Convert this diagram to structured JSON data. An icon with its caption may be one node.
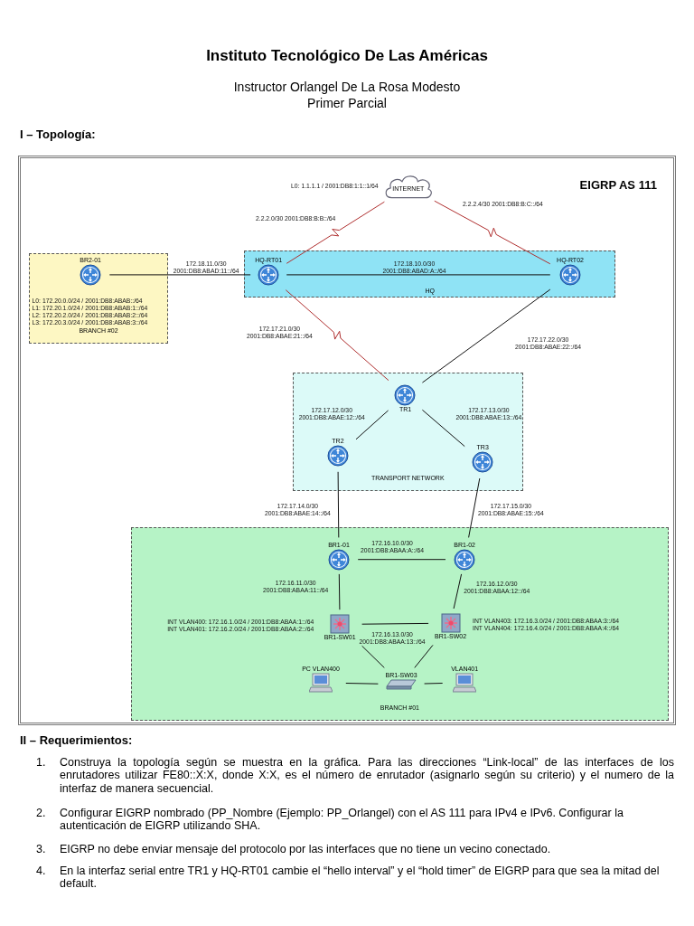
{
  "diagram": {
    "title": "Instituto Tecnológico De Las Américas",
    "nodes": [
      {
        "text": [
          "EIGRP AS 111"
        ]
      },
      {
        "text": [
          "INTERNET"
        ],
        "in": 0,
        "beside": [
          "L0: 1.1.1.1 / 2001:DB8:1:1::1/64"
        ]
      },
      {
        "text": [
          "BRANCH #02"
        ],
        "in": 0
      },
      {
        "text": [
          "BR2-01"
        ],
        "in": 2,
        "beside": [
          "L0: 172.20.0.0/24 / 2001:DB8:ABAB::/64",
          "L1: 172.20.1.0/24 / 2001:DB8:ABAB:1::/64",
          "L2: 172.20.2.0/24 / 2001:DB8:ABAB:2::/64",
          "L3: 172.20.3.0/24 / 2001:DB8:ABAB:3::/64"
        ]
      },
      {
        "text": [
          "HQ"
        ],
        "in": 0
      },
      {
        "text": [
          "HQ-RT01"
        ],
        "in": 4
      },
      {
        "text": [
          "HQ-RT02"
        ],
        "in": 4
      },
      {
        "text": [
          "TRANSPORT NETWORK"
        ],
        "in": 0
      },
      {
        "text": [
          "TR1"
        ],
        "in": 7
      },
      {
        "text": [
          "TR2"
        ],
        "in": 7
      },
      {
        "text": [
          "TR3"
        ],
        "in": 7
      },
      {
        "text": [
          "BRANCH #01"
        ],
        "in": 0
      },
      {
        "text": [
          "BR1-01"
        ],
        "in": 11
      },
      {
        "text": [
          "BR1-02"
        ],
        "in": 11
      },
      {
        "text": [
          "BR1-SW01"
        ],
        "in": 11,
        "beside": [
          "INT VLAN400: 172.16.1.0/24 / 2001:DB8:ABAA:1::/64",
          "INT VLAN401: 172.16.2.0/24 / 2001:DB8:ABAA:2::/64"
        ]
      },
      {
        "text": [
          "BR1-SW02"
        ],
        "in": 11,
        "beside": [
          "INT VLAN403: 172.16.3.0/24 / 2001:DB8:ABAA:3::/64",
          "INT VLAN404: 172.16.4.0/24 / 2001:DB8:ABAA:4::/64"
        ]
      },
      {
        "text": [
          "BR1-SW03"
        ],
        "in": 11
      },
      {
        "text": [
          "PC VLAN400"
        ],
        "in": 11
      },
      {
        "text": [
          "VLAN401"
        ],
        "in": 11
      }
    ],
    "edges": [
      {
        "from": 5,
        "to": 1,
        "arrow": "none",
        "label": "2.2.2.0/30 2001:DB8:B:B::/64",
        "color": "#b03030"
      },
      {
        "from": 6,
        "to": 1,
        "arrow": "none",
        "label": "2.2.2.4/30 2001:DB8:B:C::/64",
        "color": "#b03030"
      },
      {
        "from": 3,
        "to": 5,
        "arrow": "none",
        "label": "172.18.11.0/30 2001:DB8:ABAD:11::/64"
      },
      {
        "from": 5,
        "to": 6,
        "arrow": "none",
        "label": "172.18.10.0/30 2001:DB8:ABAD:A::/64"
      },
      {
        "from": 5,
        "to": 8,
        "arrow": "none",
        "label": "172.17.21.0/30 2001:DB8:ABAE:21::/64",
        "color": "#b03030"
      },
      {
        "from": 6,
        "to": 8,
        "arrow": "none",
        "label": "172.17.22.0/30 2001:DB8:ABAE:22::/64"
      },
      {
        "from": 8,
        "to": 9,
        "arrow": "none",
        "label": "172.17.12.0/30 2001:DB8:ABAE:12::/64"
      },
      {
        "from": 8,
        "to": 10,
        "arrow": "none",
        "label": "172.17.13.0/30 2001:DB8:ABAE:13::/64"
      },
      {
        "from": 9,
        "to": 12,
        "arrow": "none",
        "label": "172.17.14.0/30 2001:DB8:ABAE:14::/64"
      },
      {
        "from": 10,
        "to": 13,
        "arrow": "none",
        "label": "172.17.15.0/30 2001:DB8:ABAE:15::/64"
      },
      {
        "from": 12,
        "to": 13,
        "arrow": "none",
        "label": "172.16.10.0/30 2001:DB8:ABAA:A::/64"
      },
      {
        "from": 12,
        "to": 14,
        "arrow": "none",
        "label": "172.16.11.0/30 2001:DB8:ABAA:11::/64"
      },
      {
        "from": 13,
        "to": 15,
        "arrow": "none",
        "label": "172.16.12.0/30 2001:DB8:ABAA:12::/64"
      },
      {
        "from": 14,
        "to": 15,
        "arrow": "none",
        "label": "172.16.13.0/30 2001:DB8:ABAA:13::/64"
      },
      {
        "from": 14,
        "to": 16,
        "arrow": "none"
      },
      {
        "from": 15,
        "to": 16,
        "arrow": "none"
      },
      {
        "from": 17,
        "to": 16,
        "arrow": "none"
      },
      {
        "from": 16,
        "to": 18,
        "arrow": "none"
      }
    ],
    "labels": [
      "Instructor Orlangel De La Rosa Modesto",
      "Primer Parcial",
      "I – Topología:",
      "II – Requerimientos:",
      "1.",
      "Construya la topología según se muestra en la gráfica. Para las direcciones “Link-local” de las interfaces de los enrutadores utilizar FE80::X:X, donde X:X, es el número de enrutador (asignarlo según su criterio) y el numero de la interfaz de manera secuencial.",
      "2.",
      "Configurar EIGRP nombrado (PP_Nombre (Ejemplo: PP_Orlangel)  con el AS 111 para IPv4 e IPv6. Configurar la autenticación de EIGRP utilizando SHA.",
      "3.",
      "EIGRP no debe enviar mensaje del protocolo por las interfaces que no tiene un vecino conectado.",
      "4.",
      "En la interfaz serial entre TR1 y HQ-RT01 cambie el “hello interval” y el “hold timer” de EIGRP para que sea la mitad del default."
    ]
  }
}
